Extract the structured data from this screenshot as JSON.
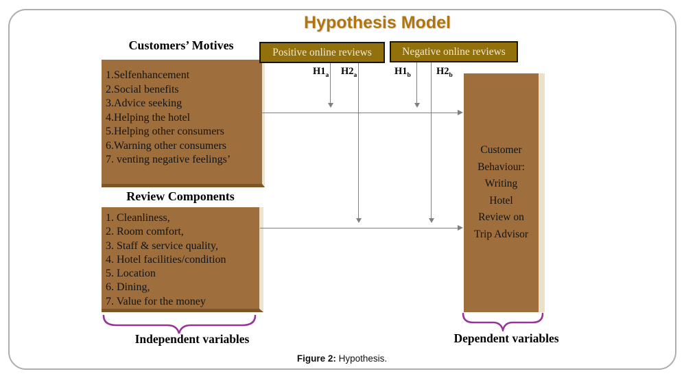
{
  "title": "Hypothesis Model",
  "motives": {
    "heading": "Customers’  Motives",
    "items": [
      "1.Selfenhancement",
      "2.Social benefits",
      "3.Advice seeking",
      "4.Helping the hotel",
      "5.Helping other consumers",
      "6.Warning other consumers",
      "7. venting negative feelings’"
    ]
  },
  "review": {
    "heading": "Review Components",
    "items": [
      "1. Cleanliness,",
      "2. Room comfort,",
      "3. Staff & service quality,",
      "4. Hotel facilities/condition",
      "5. Location",
      "6. Dining,",
      "7. Value for the money"
    ]
  },
  "review_types": {
    "positive": "Positive online reviews",
    "negative": "Negative online reviews"
  },
  "hypotheses": [
    {
      "label": "H1",
      "sub": "a"
    },
    {
      "label": "H2",
      "sub": "a"
    },
    {
      "label": "H1",
      "sub": "b"
    },
    {
      "label": "H2",
      "sub": "b"
    }
  ],
  "outcome": {
    "lines": [
      "Customer",
      "Behaviour:",
      "Writing",
      "Hotel",
      "Review on",
      "Trip Advisor"
    ]
  },
  "group_labels": {
    "independent": "Independent variables",
    "dependent": "Dependent variables"
  },
  "caption": {
    "prefix": "Figure 2:",
    "text": " Hypothesis."
  },
  "colors": {
    "box_brown": "#9e6e3c",
    "header_gold": "#92700c",
    "title_gold": "#b0750e",
    "brace_purple": "#993399",
    "arrow_gray": "#7f7f7f"
  }
}
